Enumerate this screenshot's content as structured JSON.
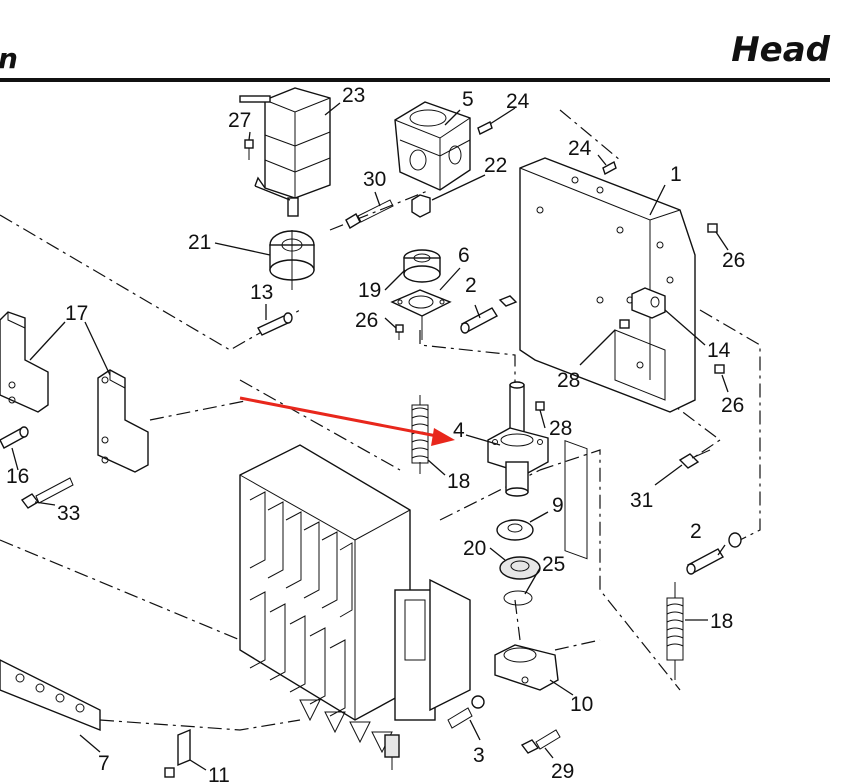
{
  "header": {
    "title": "Head",
    "left_fragment": "n"
  },
  "callouts": [
    {
      "id": "c1",
      "text": "1"
    },
    {
      "id": "c2a",
      "text": "2"
    },
    {
      "id": "c2b",
      "text": "2"
    },
    {
      "id": "c3",
      "text": "3"
    },
    {
      "id": "c4",
      "text": "4"
    },
    {
      "id": "c5",
      "text": "5"
    },
    {
      "id": "c6",
      "text": "6"
    },
    {
      "id": "c7",
      "text": "7"
    },
    {
      "id": "c9",
      "text": "9"
    },
    {
      "id": "c10",
      "text": "10"
    },
    {
      "id": "c11",
      "text": "11"
    },
    {
      "id": "c13",
      "text": "13"
    },
    {
      "id": "c14",
      "text": "14"
    },
    {
      "id": "c16",
      "text": "16"
    },
    {
      "id": "c17",
      "text": "17"
    },
    {
      "id": "c18a",
      "text": "18"
    },
    {
      "id": "c18b",
      "text": "18"
    },
    {
      "id": "c19",
      "text": "19"
    },
    {
      "id": "c20",
      "text": "20"
    },
    {
      "id": "c21",
      "text": "21"
    },
    {
      "id": "c22",
      "text": "22"
    },
    {
      "id": "c23",
      "text": "23"
    },
    {
      "id": "c24a",
      "text": "24"
    },
    {
      "id": "c24b",
      "text": "24"
    },
    {
      "id": "c25",
      "text": "25"
    },
    {
      "id": "c26a",
      "text": "26"
    },
    {
      "id": "c26b",
      "text": "26"
    },
    {
      "id": "c26c",
      "text": "26"
    },
    {
      "id": "c27",
      "text": "27"
    },
    {
      "id": "c28a",
      "text": "28"
    },
    {
      "id": "c28b",
      "text": "28"
    },
    {
      "id": "c29",
      "text": "29"
    },
    {
      "id": "c30",
      "text": "30"
    },
    {
      "id": "c31",
      "text": "31"
    },
    {
      "id": "c33",
      "text": "33"
    }
  ],
  "colors": {
    "ink": "#111111",
    "arrow": "#e8271c",
    "background": "#ffffff"
  }
}
